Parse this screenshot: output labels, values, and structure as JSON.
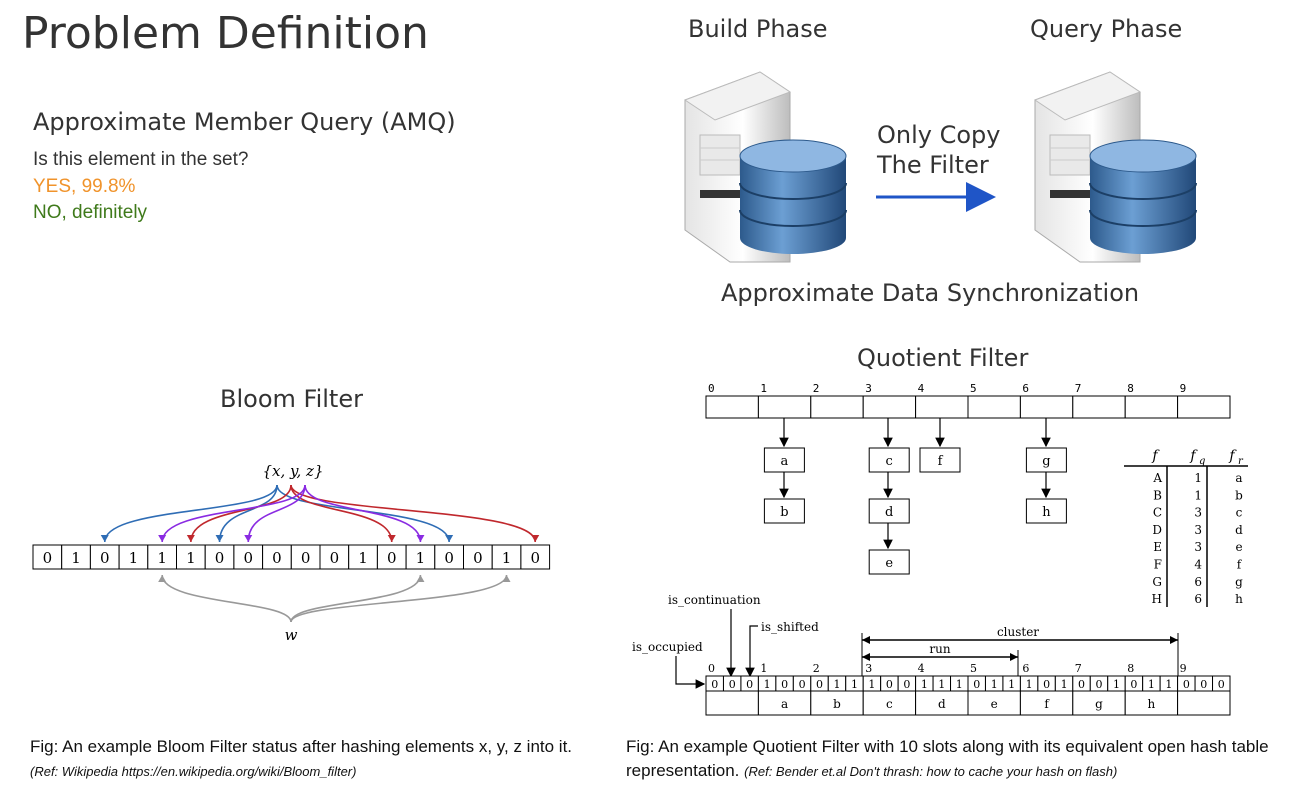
{
  "title": "Problem Definition",
  "amq": {
    "heading": "Approximate Member Query (AMQ)",
    "question": "Is this element in the set?",
    "yes": "YES, 99.8%",
    "no": "NO, definitely",
    "yes_color": "#f0932b",
    "no_color": "#3f7a1b"
  },
  "sync": {
    "build_label": "Build Phase",
    "query_label": "Query Phase",
    "copy_line1": "Only Copy",
    "copy_line2": "The Filter",
    "caption": "Approximate Data Synchronization",
    "arrow_color": "#1f55c7",
    "server_icon": "server-with-database-icon"
  },
  "bloom": {
    "heading": "Bloom Filter",
    "set_label": "{x, y, z}",
    "w_label": "w",
    "bits": [
      "0",
      "1",
      "0",
      "1",
      "1",
      "1",
      "0",
      "0",
      "0",
      "0",
      "0",
      "1",
      "0",
      "1",
      "0",
      "0",
      "1",
      "0"
    ],
    "caption_main": "Fig: An example Bloom Filter status after hashing elements x, y, z into it.",
    "caption_ref": "(Ref: Wikipedia https://en.wikipedia.org/wiki/Bloom_filter)",
    "colors": {
      "x": "#2f6db5",
      "y": "#c0282d",
      "z": "#8a2be2",
      "w": "#999999"
    }
  },
  "quotient": {
    "heading": "Quotient Filter",
    "slot_indices": [
      "0",
      "1",
      "2",
      "3",
      "4",
      "5",
      "6",
      "7",
      "8",
      "9"
    ],
    "bucket_nodes": {
      "a": "a",
      "b": "b",
      "c": "c",
      "d": "d",
      "e": "e",
      "f": "f",
      "g": "g",
      "h": "h"
    },
    "table": {
      "headers": [
        "f",
        "f_q",
        "f_r"
      ],
      "rows": [
        [
          "A",
          "1",
          "a"
        ],
        [
          "B",
          "1",
          "b"
        ],
        [
          "C",
          "3",
          "c"
        ],
        [
          "D",
          "3",
          "d"
        ],
        [
          "E",
          "3",
          "e"
        ],
        [
          "F",
          "4",
          "f"
        ],
        [
          "G",
          "6",
          "g"
        ],
        [
          "H",
          "6",
          "h"
        ]
      ]
    },
    "labels": {
      "is_continuation": "is_continuation",
      "is_shifted": "is_shifted",
      "is_occupied": "is_occupied",
      "cluster": "cluster",
      "run": "run"
    },
    "metadata_bits": [
      [
        "0",
        "0",
        "0"
      ],
      [
        "1",
        "0",
        "0"
      ],
      [
        "0",
        "1",
        "1"
      ],
      [
        "1",
        "0",
        "0"
      ],
      [
        "1",
        "1",
        "1"
      ],
      [
        "0",
        "1",
        "1"
      ],
      [
        "1",
        "0",
        "1"
      ],
      [
        "0",
        "0",
        "1"
      ],
      [
        "0",
        "1",
        "1"
      ],
      [
        "0",
        "0",
        "0"
      ]
    ],
    "remainders": [
      "",
      "a",
      "b",
      "c",
      "d",
      "e",
      "f",
      "g",
      "h",
      ""
    ],
    "caption_main": "Fig: An example Quotient Filter with 10 slots along with its equivalent open hash table representation.",
    "caption_ref": "(Ref: Bender et.al Don't thrash: how to cache your hash on flash)"
  }
}
